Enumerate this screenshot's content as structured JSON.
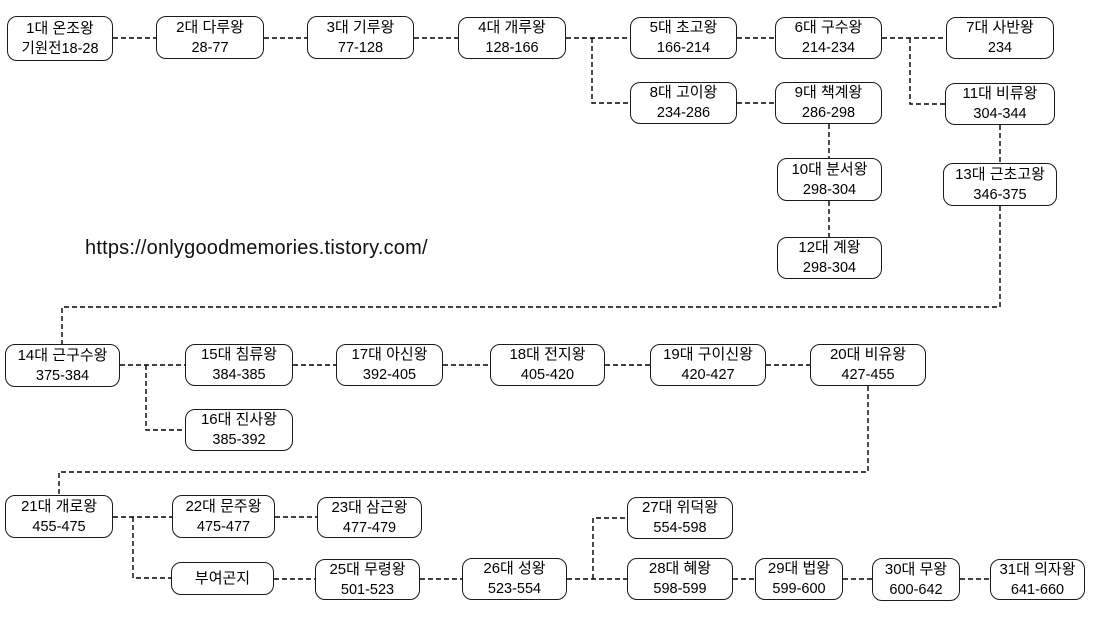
{
  "watermark": {
    "text": "https://onlygoodmemories.tistory.com/"
  },
  "style": {
    "background": "#ffffff",
    "box_fill": "#ffffff",
    "box_border_color": "#1a1a1a",
    "connector_color": "#000000",
    "connector_style": "dashed",
    "text_color": "#000000"
  },
  "diagram_type": "genealogy-flowchart",
  "nodes": [
    {
      "id": "king-01",
      "title": "1대 온조왕",
      "years": "기원전18-28"
    },
    {
      "id": "king-02",
      "title": "2대 다루왕",
      "years": "28-77"
    },
    {
      "id": "king-03",
      "title": "3대 기루왕",
      "years": "77-128"
    },
    {
      "id": "king-04",
      "title": "4대 개루왕",
      "years": "128-166"
    },
    {
      "id": "king-05",
      "title": "5대 초고왕",
      "years": "166-214"
    },
    {
      "id": "king-06",
      "title": "6대 구수왕",
      "years": "214-234"
    },
    {
      "id": "king-07",
      "title": "7대 사반왕",
      "years": "234"
    },
    {
      "id": "king-08",
      "title": "8대 고이왕",
      "years": "234-286"
    },
    {
      "id": "king-09",
      "title": "9대 책계왕",
      "years": "286-298"
    },
    {
      "id": "king-11",
      "title": "11대 비류왕",
      "years": "304-344"
    },
    {
      "id": "king-10",
      "title": "10대 분서왕",
      "years": "298-304"
    },
    {
      "id": "king-13",
      "title": "13대 근초고왕",
      "years": "346-375"
    },
    {
      "id": "king-12",
      "title": "12대 계왕",
      "years": "298-304"
    },
    {
      "id": "king-14",
      "title": "14대 근구수왕",
      "years": "375-384"
    },
    {
      "id": "king-15",
      "title": "15대 침류왕",
      "years": "384-385"
    },
    {
      "id": "king-17",
      "title": "17대 아신왕",
      "years": "392-405"
    },
    {
      "id": "king-18",
      "title": "18대 전지왕",
      "years": "405-420"
    },
    {
      "id": "king-19",
      "title": "19대 구이신왕",
      "years": "420-427"
    },
    {
      "id": "king-20",
      "title": "20대 비유왕",
      "years": "427-455"
    },
    {
      "id": "king-16",
      "title": "16대 진사왕",
      "years": "385-392"
    },
    {
      "id": "king-21",
      "title": "21대 개로왕",
      "years": "455-475"
    },
    {
      "id": "king-22",
      "title": "22대 문주왕",
      "years": "475-477"
    },
    {
      "id": "king-23",
      "title": "23대 삼근왕",
      "years": "477-479"
    },
    {
      "id": "king-27",
      "title": "27대 위덕왕",
      "years": "554-598"
    },
    {
      "id": "buyeo-gonji",
      "title": "부여곤지",
      "years": ""
    },
    {
      "id": "king-25",
      "title": "25대 무령왕",
      "years": "501-523"
    },
    {
      "id": "king-26",
      "title": "26대 성왕",
      "years": "523-554"
    },
    {
      "id": "king-28",
      "title": "28대 혜왕",
      "years": "598-599"
    },
    {
      "id": "king-29",
      "title": "29대 법왕",
      "years": "599-600"
    },
    {
      "id": "king-30",
      "title": "30대 무왕",
      "years": "600-642"
    },
    {
      "id": "king-31",
      "title": "31대 의자왕",
      "years": "641-660"
    }
  ],
  "edges": [
    {
      "from": "king-01",
      "to": "king-02"
    },
    {
      "from": "king-02",
      "to": "king-03"
    },
    {
      "from": "king-03",
      "to": "king-04"
    },
    {
      "from": "king-04",
      "to": "king-05"
    },
    {
      "from": "king-04",
      "to": "king-08"
    },
    {
      "from": "king-05",
      "to": "king-06"
    },
    {
      "from": "king-06",
      "to": "king-07"
    },
    {
      "from": "king-06",
      "to": "king-11"
    },
    {
      "from": "king-08",
      "to": "king-09"
    },
    {
      "from": "king-09",
      "to": "king-10"
    },
    {
      "from": "king-10",
      "to": "king-12"
    },
    {
      "from": "king-11",
      "to": "king-13"
    },
    {
      "from": "king-13",
      "to": "king-14"
    },
    {
      "from": "king-14",
      "to": "king-15"
    },
    {
      "from": "king-14",
      "to": "king-16"
    },
    {
      "from": "king-15",
      "to": "king-17"
    },
    {
      "from": "king-17",
      "to": "king-18"
    },
    {
      "from": "king-18",
      "to": "king-19"
    },
    {
      "from": "king-19",
      "to": "king-20"
    },
    {
      "from": "king-20",
      "to": "king-21"
    },
    {
      "from": "king-21",
      "to": "king-22"
    },
    {
      "from": "king-21",
      "to": "buyeo-gonji"
    },
    {
      "from": "king-22",
      "to": "king-23"
    },
    {
      "from": "buyeo-gonji",
      "to": "king-25"
    },
    {
      "from": "king-25",
      "to": "king-26"
    },
    {
      "from": "king-26",
      "to": "king-27"
    },
    {
      "from": "king-26",
      "to": "king-28"
    },
    {
      "from": "king-28",
      "to": "king-29"
    },
    {
      "from": "king-29",
      "to": "king-30"
    },
    {
      "from": "king-30",
      "to": "king-31"
    }
  ]
}
